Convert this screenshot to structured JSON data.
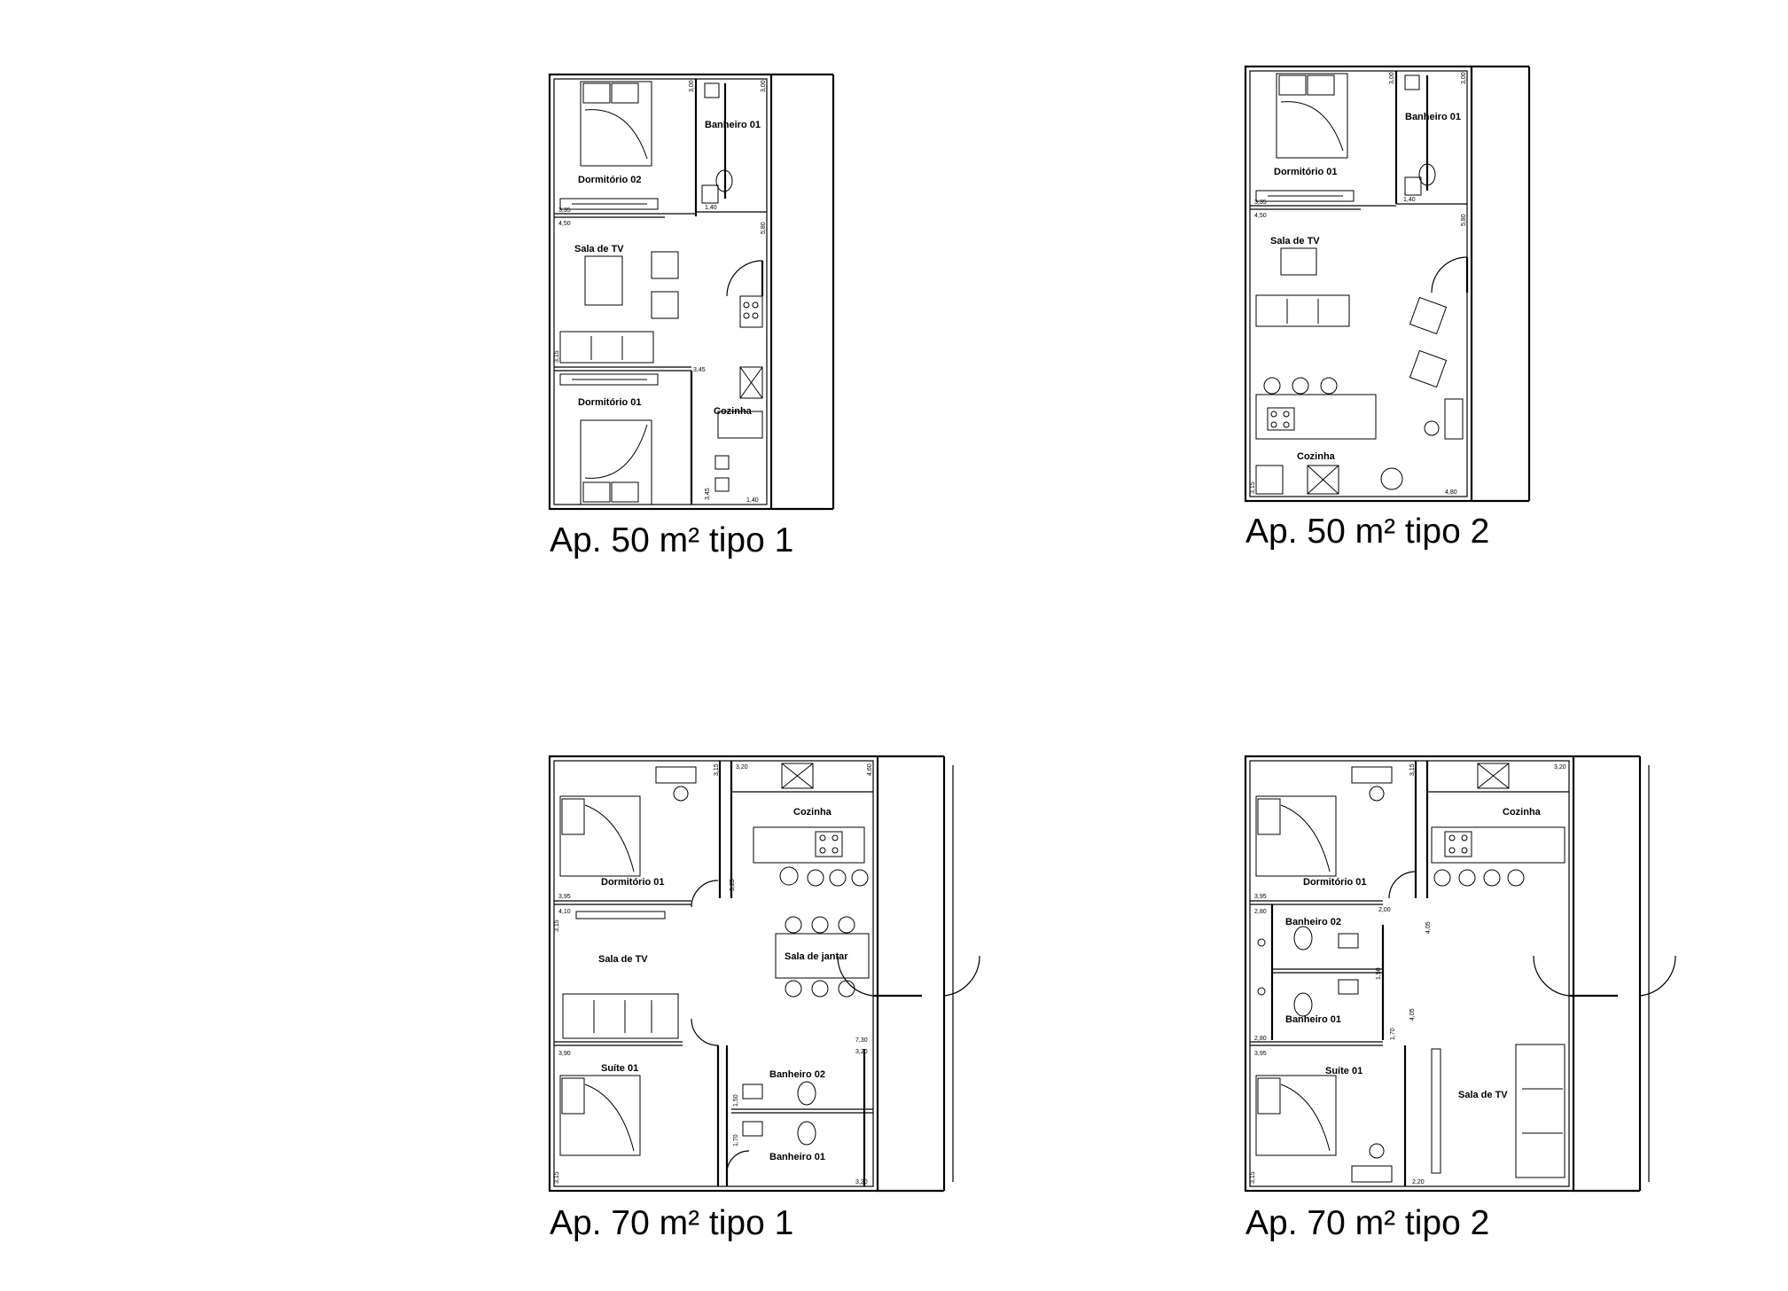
{
  "plans": [
    {
      "caption": "Ap. 50 m² tipo 1",
      "rooms": {
        "bedroom_a": "Dormitório 02",
        "bath": "Banheiro 01",
        "living": "Sala de TV",
        "bedroom_b": "Dormitório 01",
        "kitchen": "Cozinha"
      },
      "dims": [
        "3,00",
        "3,00",
        "3,35",
        "4,50",
        "1,40",
        "5,80",
        "3,45",
        "1,40",
        "3,15",
        "3,45"
      ]
    },
    {
      "caption": "Ap. 50 m² tipo 2",
      "rooms": {
        "bedroom": "Dormitório 01",
        "bath": "Banheiro 01",
        "living": "Sala de TV",
        "kitchen": "Cozinha"
      },
      "dims": [
        "3,00",
        "3,00",
        "3,35",
        "4,50",
        "1,40",
        "5,80",
        "4,80",
        "3,15"
      ]
    },
    {
      "caption": "Ap. 70 m² tipo 1",
      "rooms": {
        "kitchen": "Cozinha",
        "bedroom": "Dormitório 01",
        "living": "Sala de TV",
        "dining": "Sala de jantar",
        "suite": "Suíte 01",
        "bath_b": "Banheiro 02",
        "bath_a": "Banheiro 01"
      },
      "dims": [
        "3,20",
        "3,15",
        "4,60",
        "3,95",
        "4,10",
        "3,15",
        "3,25",
        "3,90",
        "7,30",
        "3,20",
        "3,20",
        "3,15",
        "1,50",
        "1,70"
      ]
    },
    {
      "caption": "Ap. 70 m² tipo 2",
      "rooms": {
        "kitchen": "Cozinha",
        "bedroom": "Dormitório 01",
        "bath_b": "Banheiro 02",
        "bath_a": "Banheiro 01",
        "suite": "Suíte 01",
        "living": "Sala de TV"
      },
      "dims": [
        "3,15",
        "3,20",
        "3,95",
        "2,80",
        "2,00",
        "4,05",
        "1,50",
        "2,80",
        "3,95",
        "1,70",
        "4,05",
        "3,15",
        "2,20"
      ]
    }
  ]
}
